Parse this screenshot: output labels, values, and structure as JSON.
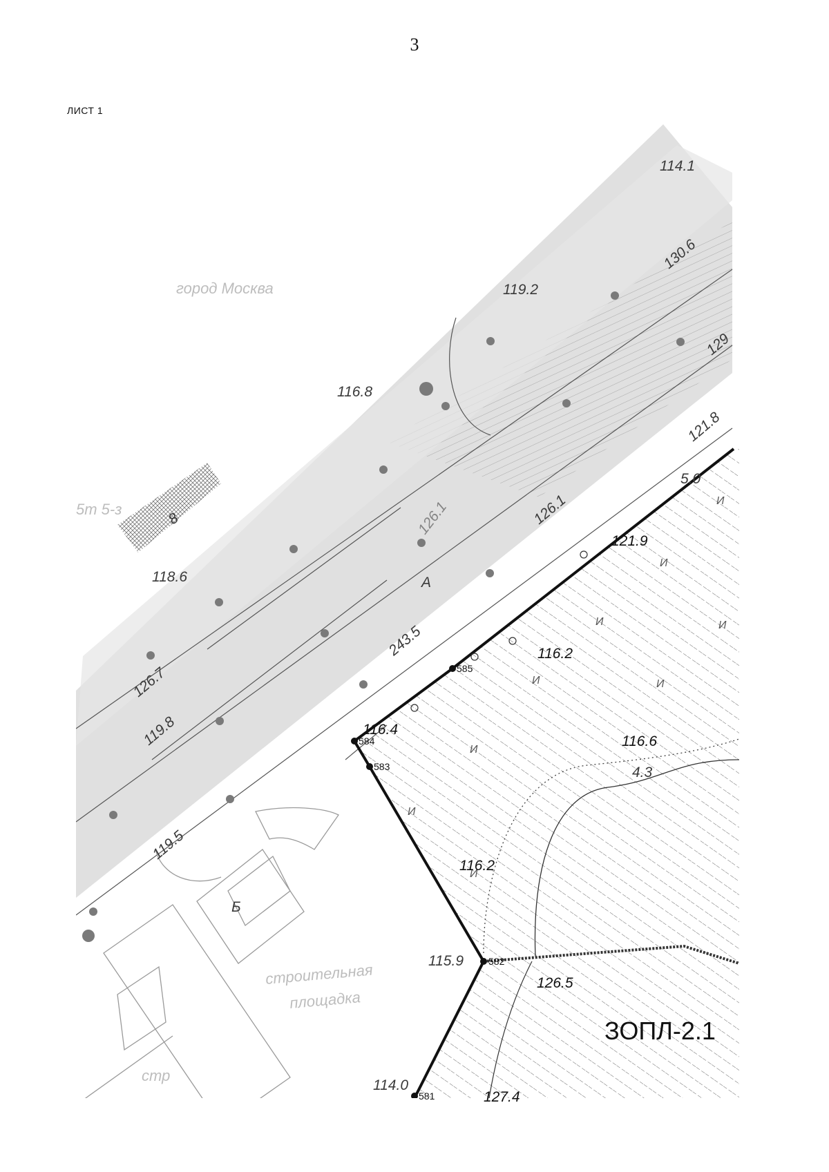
{
  "page": {
    "number": "3",
    "sheet_label": "ЛИСТ 1"
  },
  "map": {
    "city_label": "город Москва",
    "zone_code": "ЗОПЛ-2.1",
    "construction_site": {
      "line1": "строительная",
      "line2": "площадка"
    },
    "labels": {
      "area_4_3": "4.3",
      "area_5_0": "5.0",
      "letter_a": "А",
      "letter_b": "Б",
      "number_8": "8",
      "str": "стр",
      "fragment": "5т 5-з"
    },
    "boundary_points": [
      "581",
      "582",
      "583",
      "584",
      "585"
    ],
    "elevations": [
      "114.1",
      "130.6",
      "119.2",
      "129",
      "116.8",
      "121.8",
      "126.1",
      "126.1",
      "121.9",
      "118.6",
      "243.5",
      "126.7",
      "116.2",
      "116.4",
      "119.8",
      "116.6",
      "119.5",
      "116.2",
      "115.9",
      "126.5",
      "114.0",
      "127.4"
    ],
    "hatch_letter": "И",
    "colors": {
      "boundary": "#111111",
      "road_fill": "#cfcfcf",
      "hatch": "#555555",
      "faded": "#bdbdbd"
    }
  }
}
